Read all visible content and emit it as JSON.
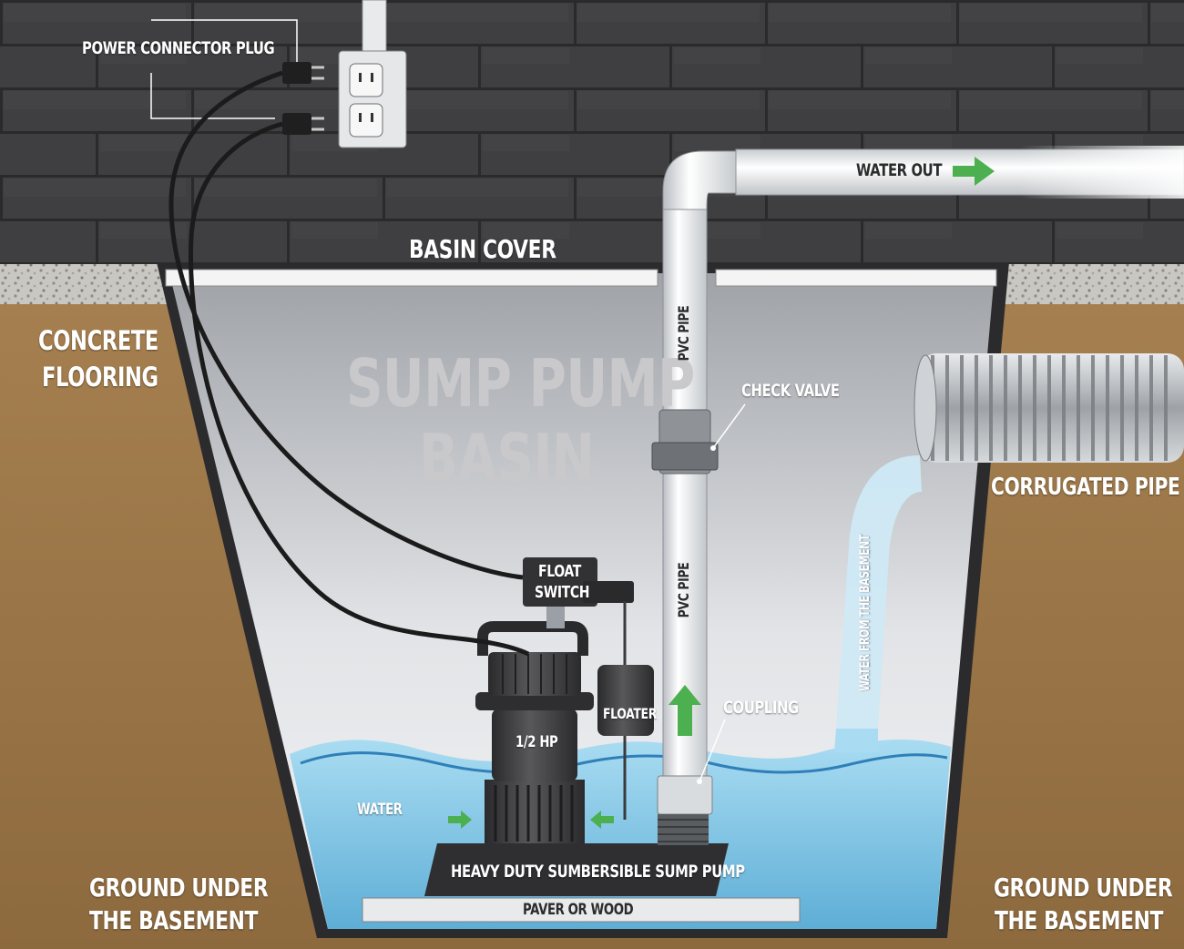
{
  "labels": {
    "power_connector_plug": "POWER CONNECTOR PLUG",
    "water_out": "WATER OUT",
    "basin_cover": "BASIN COVER",
    "concrete_flooring_line1": "CONCRETE",
    "concrete_flooring_line2": "FLOORING",
    "sump_pump_basin_line1": "SUMP PUMP",
    "sump_pump_basin_line2": "BASIN",
    "pvc_pipe_upper": "PVC PIPE",
    "pvc_pipe_lower": "PVC PIPE",
    "check_valve": "CHECK VALVE",
    "corrugated_pipe": "CORRUGATED PIPE",
    "float_switch_line1": "FLOAT",
    "float_switch_line2": "SWITCH",
    "floater": "FLOATER",
    "coupling": "COUPLING",
    "water_from_basement": "WATER FROM THE BASEMENT",
    "pump_rating": "1/2 HP",
    "water": "WATER",
    "pump_name": "HEAVY DUTY SUMBERSIBLE SUMP PUMP",
    "paver": "PAVER OR WOOD",
    "ground_left_line1": "GROUND UNDER",
    "ground_left_line2": "THE BASEMENT",
    "ground_right_line1": "GROUND UNDER",
    "ground_right_line2": "THE BASEMENT"
  },
  "colors": {
    "wall": "#3f3f41",
    "soil": "#a07c4c",
    "basin_fill": "#b9bbbf",
    "water": "#8ecbe6",
    "pipe": "#e8eaec",
    "pump": "#3b3b3d",
    "arrow": "#4caf50"
  }
}
